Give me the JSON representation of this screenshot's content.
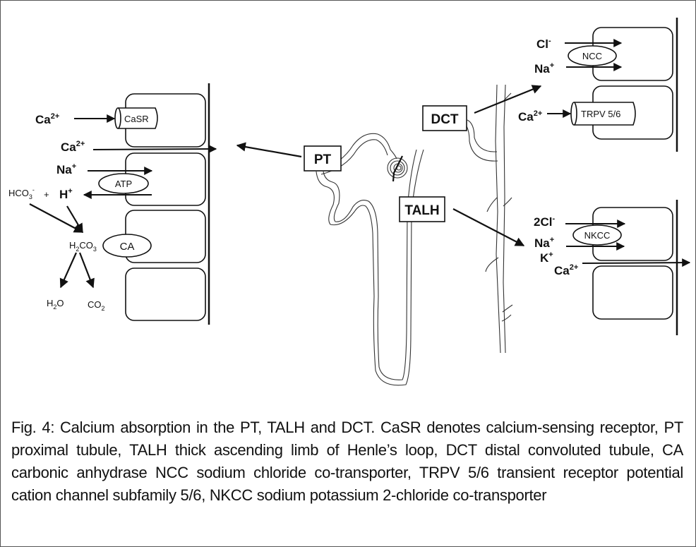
{
  "figure": {
    "caption": "Fig. 4: Calcium absorption in the PT, TALH and DCT. CaSR denotes calcium-sensing receptor, PT proximal tubule, TALH thick ascending limb of Henle’s loop, DCT distal convoluted tubule, CA carbonic anhydrase NCC sodium chloride co-transporter, TRPV 5/6 transient receptor potential cation channel subfamily 5/6, NKCC sodium potassium 2-chloride co-transporter"
  },
  "nephron": {
    "segments": {
      "pt": "PT",
      "talh": "TALH",
      "dct": "DCT"
    }
  },
  "pt_panel": {
    "ca1": "Ca",
    "ca1_sup": "2+",
    "casr": "CaSR",
    "ca2": "Ca",
    "ca2_sup": "2+",
    "na": "Na",
    "na_sup": "+",
    "atp": "ATP",
    "hco3": "HCO",
    "hco3_sub": "3",
    "hco3_sup": "-",
    "plus": "+",
    "h": "H",
    "h_sup": "+",
    "h2co3_a": "H",
    "h2co3_sub1": "2",
    "h2co3_b": "CO",
    "h2co3_sub2": "3",
    "ca_enzyme": "CA",
    "h2o_a": "H",
    "h2o_sub": "2",
    "h2o_b": "O",
    "co2_a": "CO",
    "co2_sub": "2"
  },
  "dct_panel": {
    "cl": "Cl",
    "cl_sup": "-",
    "ncc": "NCC",
    "na": "Na",
    "na_sup": "+",
    "ca": "Ca",
    "ca_sup": "2+",
    "trpv": "TRPV 5/6"
  },
  "talh_panel": {
    "cl": "2Cl",
    "cl_sup": "-",
    "nkcc": "NKCC",
    "na": "Na",
    "na_sup": "+",
    "k": "K",
    "k_sup": "+",
    "ca": "Ca",
    "ca_sup": "2+"
  }
}
